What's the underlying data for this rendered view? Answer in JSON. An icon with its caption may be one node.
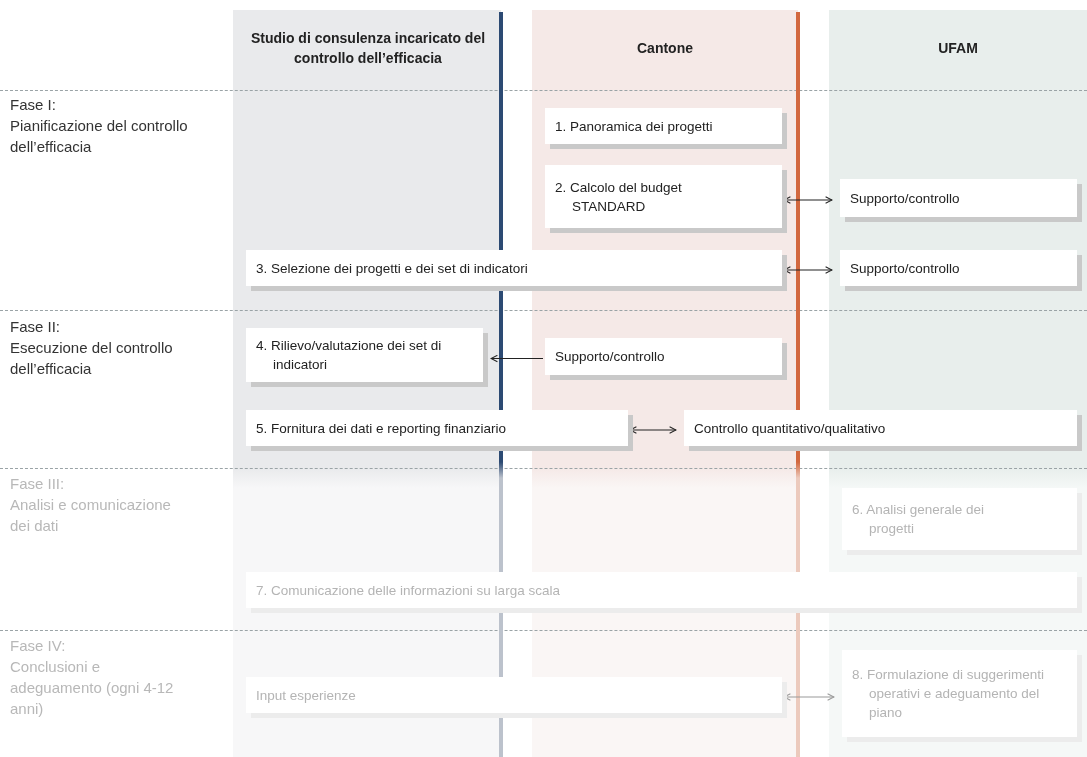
{
  "diagram": {
    "nodes": [
      {
        "text": [
          "Studio di consulenza incaricato del controllo dell’efficacia"
        ]
      },
      {
        "text": [
          "Cantone"
        ]
      },
      {
        "text": [
          "UFAM"
        ]
      },
      {
        "text": [
          "1. Panoramica dei progetti"
        ],
        "in": 1
      },
      {
        "text": [
          "2. Calcolo del budget STANDARD"
        ],
        "in": 1
      },
      {
        "text": [
          "Supporto/controllo"
        ],
        "in": 2
      },
      {
        "text": [
          "3. Selezione dei progetti e dei set di indicatori"
        ]
      },
      {
        "text": [
          "Supporto/controllo"
        ],
        "in": 2
      },
      {
        "text": [
          "4. Rilievo/valutazione dei set di indicatori"
        ],
        "in": 0
      },
      {
        "text": [
          "Supporto/controllo"
        ],
        "in": 1
      },
      {
        "text": [
          "5. Fornitura dei dati e reporting finanziario"
        ]
      },
      {
        "text": [
          "Controllo quantitativo/qualitativo"
        ]
      },
      {
        "text": [
          "6. Analisi generale dei progetti"
        ],
        "in": 2
      },
      {
        "text": [
          "7. Comunicazione delle informazioni su larga scala"
        ]
      },
      {
        "text": [
          "Input esperienze"
        ]
      },
      {
        "text": [
          "8. Formulazione di suggerimenti operativi e adeguamento del piano"
        ],
        "in": 2
      }
    ],
    "edges": [
      {
        "from": 4,
        "to": 5,
        "arrow": "both"
      },
      {
        "from": 6,
        "to": 7,
        "arrow": "both"
      },
      {
        "from": 9,
        "to": 8,
        "arrow": "to"
      },
      {
        "from": 10,
        "to": 11,
        "arrow": "both"
      },
      {
        "from": 14,
        "to": 15,
        "arrow": "both",
        "color": "#999999"
      }
    ],
    "labels": [
      "Fase I:",
      "Pianificazione del controllo dell’efficacia",
      "Fase II:",
      "Esecuzione del controllo dell’efficacia",
      "Fase III:",
      "Analisi e comunicazione dei dati",
      "Fase IV:",
      "Conclusioni e adeguamento (ogni 4-12 anni)"
    ]
  }
}
